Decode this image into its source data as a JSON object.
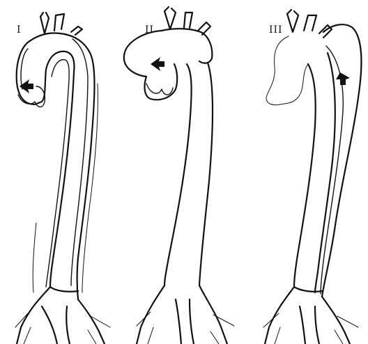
{
  "panels": [
    {
      "id": "type-1",
      "label": "I"
    },
    {
      "id": "type-2",
      "label": "II"
    },
    {
      "id": "type-3",
      "label": "III"
    }
  ],
  "colors": {
    "stroke": "#111111",
    "background": "#ffffff"
  }
}
